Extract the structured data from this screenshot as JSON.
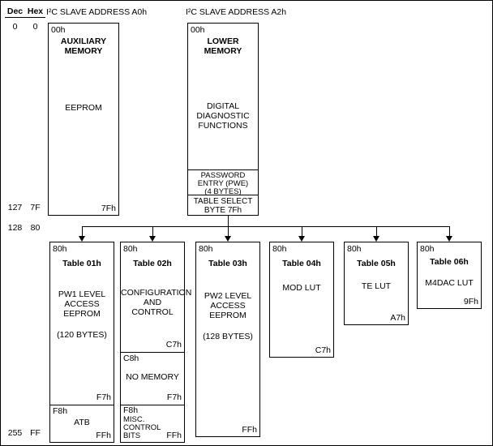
{
  "axis": {
    "dec_header": "Dec",
    "hex_header": "Hex",
    "rows": [
      {
        "dec": "0",
        "hex": "0"
      },
      {
        "dec": "127",
        "hex": "7F"
      },
      {
        "dec": "128",
        "hex": "80"
      },
      {
        "dec": "255",
        "hex": "FF"
      }
    ]
  },
  "headers": {
    "a0h": "I²C SLAVE ADDRESS A0h",
    "a2h": "I²C SLAVE ADDRESS A2h"
  },
  "aux_memory": {
    "top_addr": "00h",
    "title": "AUXILIARY\nMEMORY",
    "body": "EEPROM",
    "bottom_addr": "7Fh"
  },
  "lower_memory": {
    "top_addr": "00h",
    "title": "LOWER\nMEMORY",
    "body": "DIGITAL\nDIAGNOSTIC\nFUNCTIONS",
    "pwe": "PASSWORD\nENTRY (PWE)\n(4 BYTES)",
    "table_select": "TABLE SELECT\nBYTE 7Fh"
  },
  "tables": {
    "t1": {
      "top_addr": "80h",
      "title": "Table 01h",
      "body": "PW1 LEVEL\nACCESS\nEEPROM",
      "note": "(120 BYTES)",
      "bottom_addr": "F7h",
      "atb": {
        "top_addr": "F8h",
        "label": "ATB",
        "bottom_addr": "FFh"
      }
    },
    "t2": {
      "top_addr": "80h",
      "title": "Table 02h",
      "body": "CONFIGURATION\nAND\nCONTROL",
      "bottom_addr": "C7h",
      "no_memory": {
        "top_addr": "C8h",
        "label": "NO MEMORY",
        "bottom_addr": "F7h"
      },
      "misc": {
        "top_addr": "F8h",
        "label": "MISC. CONTROL\nBITS",
        "bottom_addr": "FFh"
      }
    },
    "t3": {
      "top_addr": "80h",
      "title": "Table 03h",
      "body": "PW2 LEVEL\nACCESS\nEEPROM",
      "note": "(128 BYTES)",
      "bottom_addr": "FFh"
    },
    "t4": {
      "top_addr": "80h",
      "title": "Table 04h",
      "body": "MOD LUT",
      "bottom_addr": "C7h"
    },
    "t5": {
      "top_addr": "80h",
      "title": "Table 05h",
      "body": "TE LUT",
      "bottom_addr": "A7h"
    },
    "t6": {
      "top_addr": "80h",
      "title": "Table 06h",
      "body": "M4DAC LUT",
      "bottom_addr": "9Fh"
    }
  },
  "colors": {
    "line": "#000000",
    "background": "#ffffff"
  }
}
